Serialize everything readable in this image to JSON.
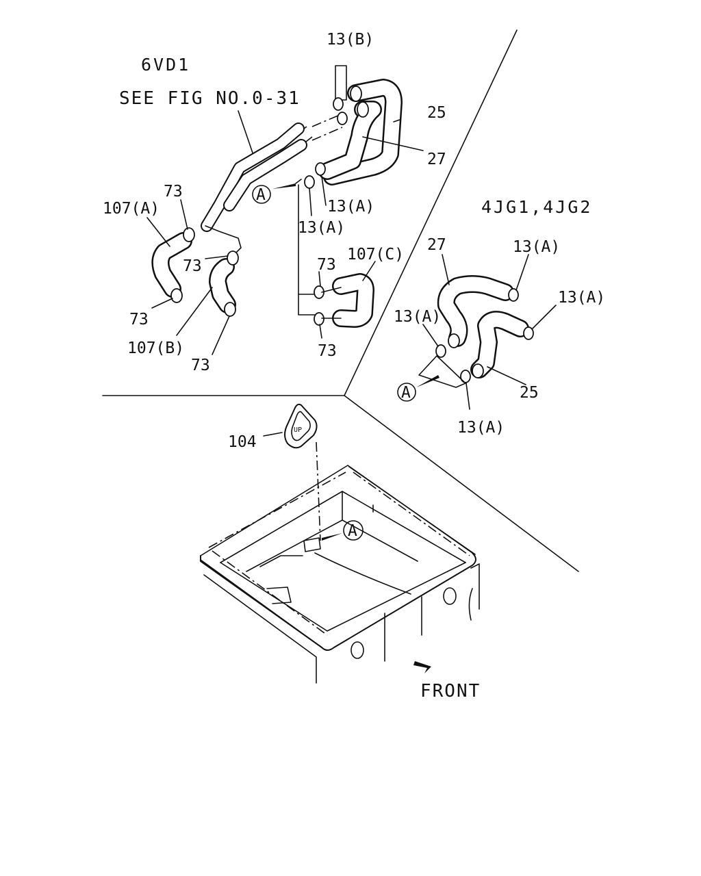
{
  "sections": {
    "engine_6vd1": "6VD1",
    "see_fig": "SEE FIG NO.0-31",
    "engine_4jg": "4JG1,4JG2"
  },
  "callouts": {
    "c13b": "13(B)",
    "c25_top": "25",
    "c27_top": "27",
    "c13a_1": "13(A)",
    "c13a_2": "13(A)",
    "c73_1": "73",
    "c107a": "107(A)",
    "c73_2": "73",
    "c73_3": "73",
    "c107b": "107(B)",
    "c73_4": "73",
    "c73_5": "73",
    "c107c": "107(C)",
    "c73_6": "73",
    "c27_right": "27",
    "c13a_r1": "13(A)",
    "c13a_r2": "13(A)",
    "c13a_r3": "13(A)",
    "c25_right": "25",
    "c13a_r4": "13(A)",
    "c104": "104",
    "front": "FRONT"
  },
  "markers": {
    "ref_a": "A",
    "up_tag": "UP"
  }
}
